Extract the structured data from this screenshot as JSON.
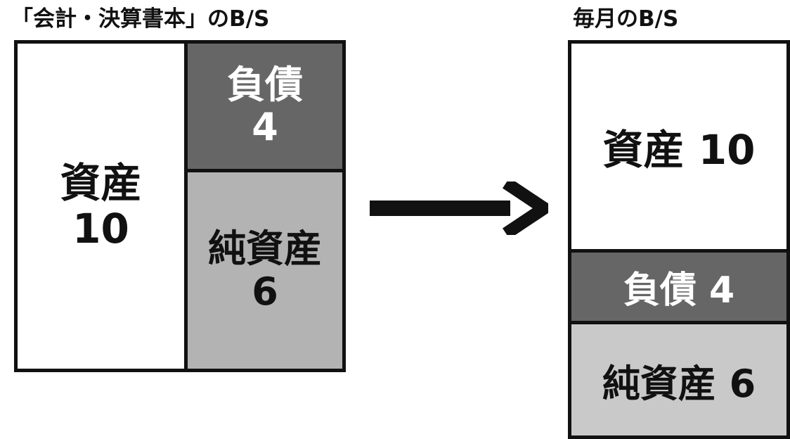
{
  "left_chart": {
    "title": "「会計・決算書本」のB/S",
    "assets": {
      "label": "資産",
      "value": "10"
    },
    "liabilities": {
      "label": "負債",
      "value": "4"
    },
    "net_assets": {
      "label": "純資産",
      "value": "6"
    }
  },
  "right_chart": {
    "title": "毎月のB/S",
    "assets_text": "資産 10",
    "liabilities_text": "負債 4",
    "net_assets_text": "純資産 6"
  },
  "colors": {
    "border": "#111111",
    "liabilities_fill": "#666666",
    "net_assets_fill_left": "#b3b3b3",
    "net_assets_fill_right": "#c9c9c9",
    "assets_fill": "#ffffff"
  }
}
